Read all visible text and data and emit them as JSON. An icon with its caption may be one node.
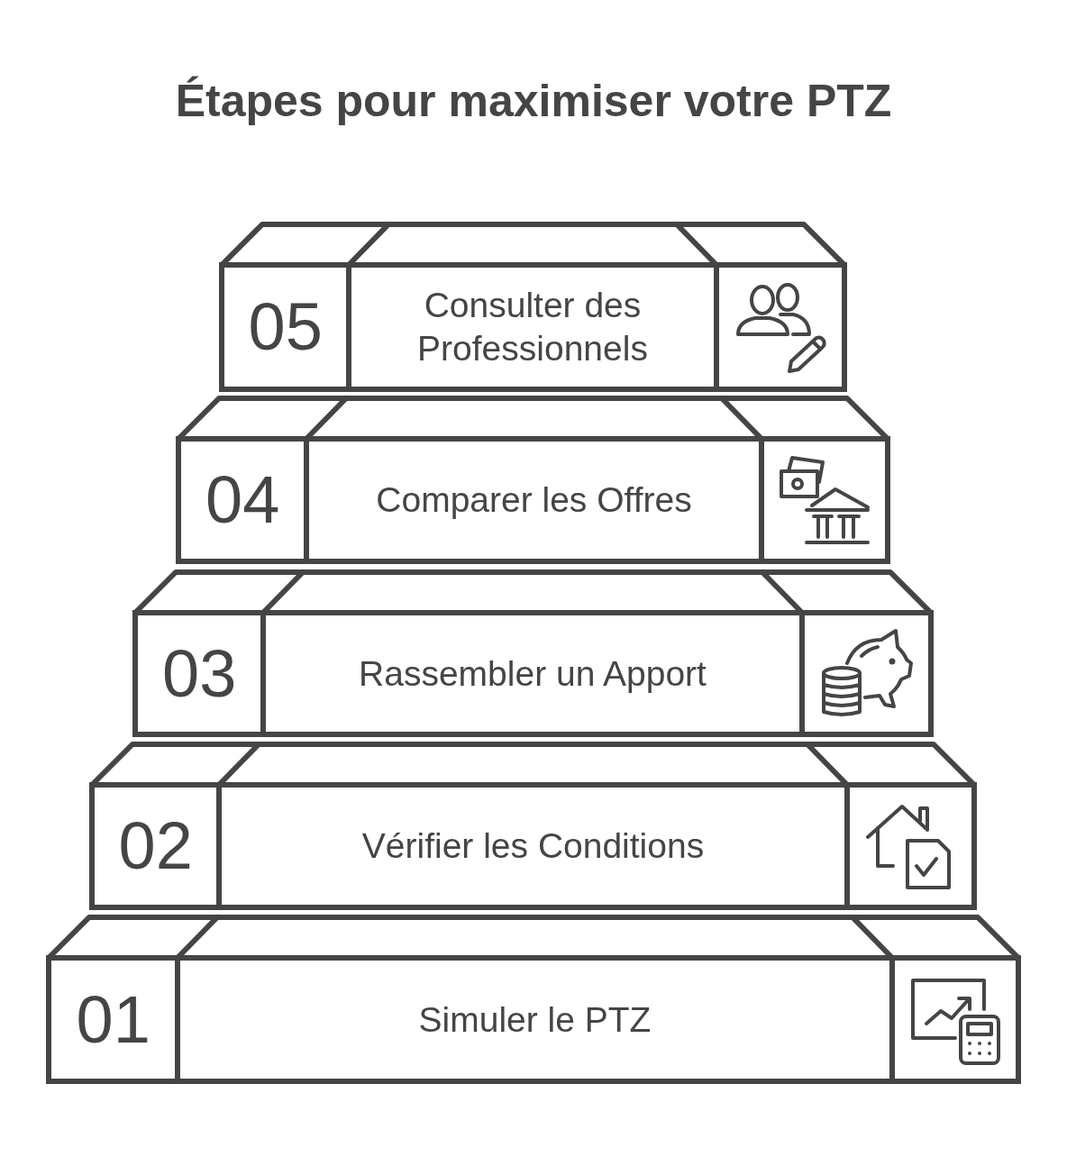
{
  "diagram": {
    "title": "Étapes pour maximiser votre PTZ",
    "nodes": [
      {
        "text": [
          "05",
          "Consulter des Professionnels"
        ]
      },
      {
        "text": [
          "04",
          "Comparer les Offres"
        ]
      },
      {
        "text": [
          "03",
          "Rassembler un Apport"
        ]
      },
      {
        "text": [
          "02",
          "Vérifier les Conditions"
        ]
      },
      {
        "text": [
          "01",
          "Simuler le PTZ"
        ]
      }
    ]
  }
}
